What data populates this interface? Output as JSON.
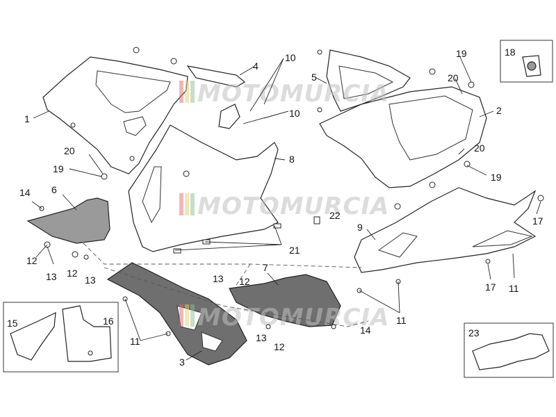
{
  "watermark": {
    "text": "MOTOMURCIA"
  },
  "callouts": [
    "1",
    "2",
    "3",
    "4",
    "5",
    "6",
    "7",
    "8",
    "9",
    "10",
    "11",
    "12",
    "13",
    "14",
    "15",
    "16",
    "17",
    "18",
    "19",
    "20",
    "21",
    "22",
    "23"
  ],
  "repeat_labels": {
    "n10": "10",
    "n11": "11",
    "n12": "12",
    "n13": "13",
    "n14": "14",
    "n17": "17",
    "n19": "19",
    "n20": "20"
  }
}
